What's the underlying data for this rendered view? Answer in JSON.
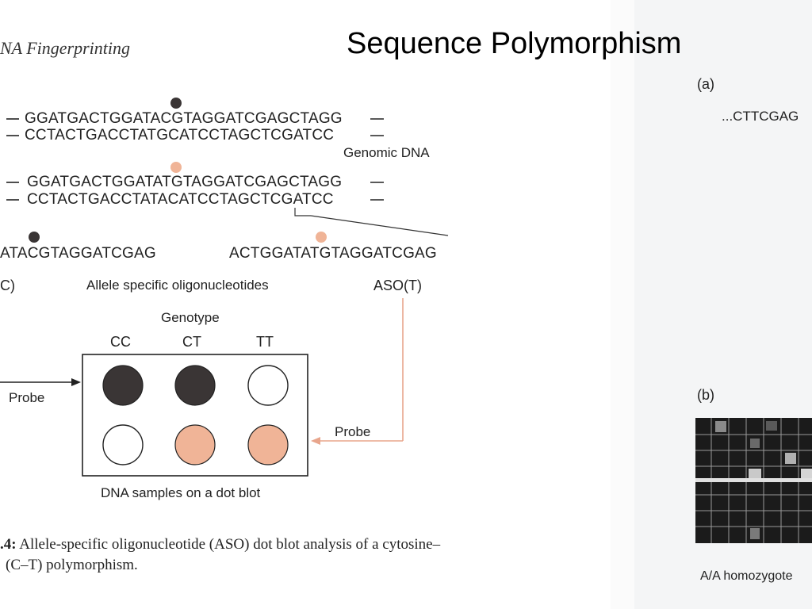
{
  "slide": {
    "title": "Sequence Polymorphism"
  },
  "book": {
    "running_header": "NA Fingerprinting",
    "caption_number": ".4:",
    "caption_line1": "Allele-specific oligonucleotide (ASO) dot blot analysis of a cytosine–",
    "caption_line2": "(C–T) polymorphism."
  },
  "figure": {
    "allele_c_top": "GGATGACTGGATACGTAGGATCGAGCTAGG",
    "allele_c_bottom": "CCTACTGACCTATGCATCCTAGCTCGATCC",
    "genomic_dna_label": "Genomic DNA",
    "allele_t_top": "GGATGACTGGATATGTAGGATCGAGCTAGG",
    "allele_t_bottom": "CCTACTGACCTATACATCCTAGCTCGATCC",
    "aso_c_sequence": "ATACGTAGGATCGAG",
    "aso_t_sequence": "ACTGGATATGTAGGATCGAG",
    "aso_c_label": "C)",
    "aso_middle_label": "Allele specific oligonucleotides",
    "aso_t_label": "ASO(T)",
    "genotype_label": "Genotype",
    "genotypes": [
      "CC",
      "CT",
      "TT"
    ],
    "probe_left_label": "Probe",
    "probe_right_label": "Probe",
    "dot_blot_label": "DNA samples on a dot blot",
    "dots_row_c": [
      "filled",
      "filled",
      "empty"
    ],
    "dots_row_t": [
      "empty",
      "filled",
      "filled"
    ],
    "colors": {
      "dark_dot": "#3a3535",
      "salmon_dot": "#f0b497",
      "probe_arrow": "#e8a58c"
    }
  },
  "panel_a": {
    "label": "(a)",
    "sequence": "...CTTCGAG"
  },
  "panel_b": {
    "label": "(b)",
    "caption": "A/A homozygote"
  }
}
